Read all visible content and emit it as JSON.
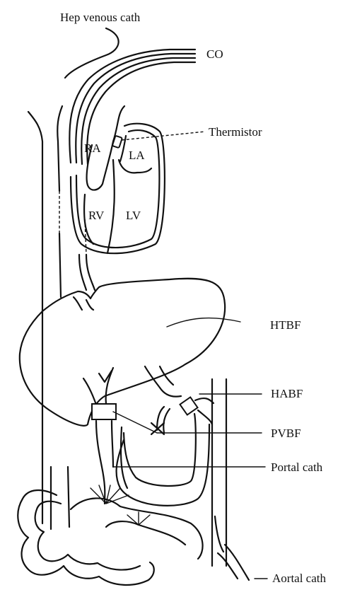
{
  "labels": {
    "hep_venous_cath": "Hep venous cath",
    "co": "CO",
    "thermistor": "Thermistor",
    "ra": "RA",
    "la": "LA",
    "rv": "RV",
    "lv": "LV",
    "htbf": "HTBF",
    "habf": "HABF",
    "pvbf": "PVBF",
    "portal_cath": "Portal cath",
    "aortal_cath": "Aortal cath"
  }
}
